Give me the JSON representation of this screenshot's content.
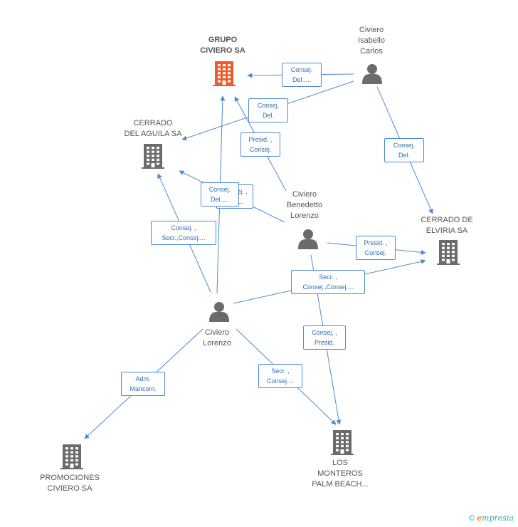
{
  "nodes": {
    "grupo": {
      "label": "GRUPO\nCIVIERO SA",
      "kind": "company",
      "color": "#f05a28"
    },
    "aguila": {
      "label": "CERRADO\nDEL AGUILA SA",
      "kind": "company",
      "color": "#6b6b6b"
    },
    "elviria": {
      "label": "CERRADO DE\nELVIRIA SA",
      "kind": "company",
      "color": "#6b6b6b"
    },
    "promociones": {
      "label": "PROMOCIONES\nCIVIERO SA",
      "kind": "company",
      "color": "#6b6b6b"
    },
    "monteros": {
      "label": "LOS\nMONTEROS\nPALM BEACH...",
      "kind": "company",
      "color": "#6b6b6b"
    },
    "isabello": {
      "label": "Civiero\nIsabello\nCarlos",
      "kind": "person",
      "color": "#6b6b6b"
    },
    "benedetto": {
      "label": "Civiero\nBenedetto\nLorenzo",
      "kind": "person",
      "color": "#6b6b6b"
    },
    "lorenzo": {
      "label": "Civiero\nLorenzo",
      "kind": "person",
      "color": "#6b6b6b"
    }
  },
  "edges": [
    {
      "id": "isabello-grupo",
      "label": "Consej.\nDel.,..."
    },
    {
      "id": "isabello-aguila",
      "label": "Consej.\nDel."
    },
    {
      "id": "isabello-elviria",
      "label": "Consej.\nDel."
    },
    {
      "id": "benedetto-grupo",
      "label": "Presid. ,\nConsej."
    },
    {
      "id": "benedetto-aguila",
      "label": "Consej. ,\nDel.,..."
    },
    {
      "id": "lorenzo-grupo",
      "label": "Consej.\nDel.,..."
    },
    {
      "id": "lorenzo-aguila",
      "label": "Consej. ,\nSecr.,Consej...."
    },
    {
      "id": "benedetto-elviria",
      "label": "Presid. ,\nConsej."
    },
    {
      "id": "lorenzo-elviria",
      "label": "Secr. ,\nConsej.,Consej...."
    },
    {
      "id": "benedetto-monteros",
      "label": "Consej. ,\nPresid."
    },
    {
      "id": "lorenzo-monteros",
      "label": "Secr. ,\nConsej...."
    },
    {
      "id": "lorenzo-promociones",
      "label": "Adm.\nMancom."
    }
  ],
  "colors": {
    "edge": "#4a8bd6",
    "accent": "#f05a28",
    "node": "#6b6b6b"
  },
  "footer": {
    "copyright": "©",
    "brand_e": "e",
    "brand_rest": "mpresia"
  }
}
